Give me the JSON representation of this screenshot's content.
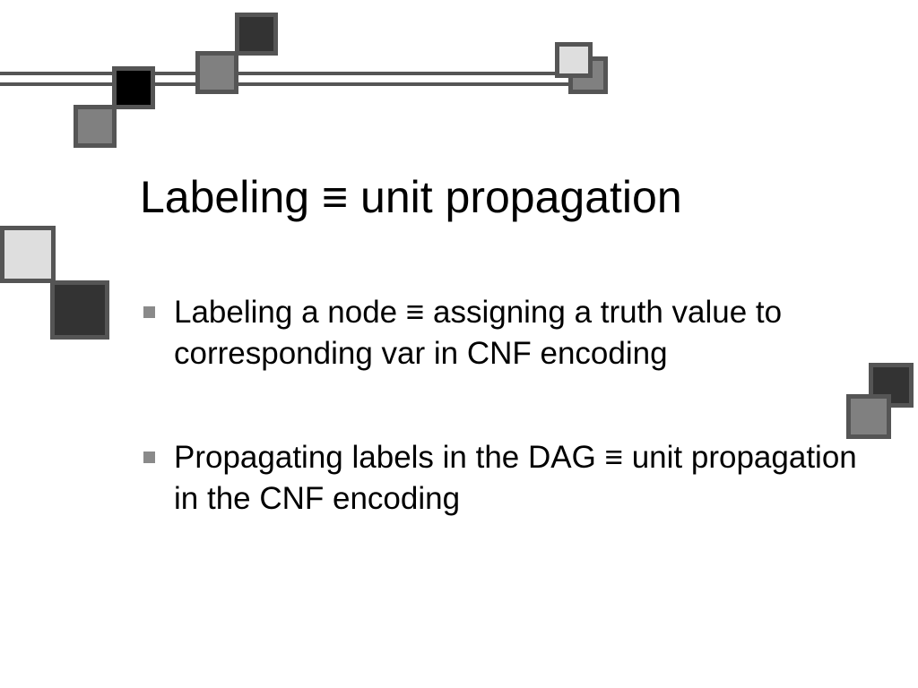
{
  "slide": {
    "title": "Labeling ≡ unit propagation",
    "bullets": [
      {
        "text": "Labeling a node ≡ assigning a truth value to corresponding var in CNF encoding"
      },
      {
        "text": "Propagating labels in the DAG ≡ unit propagation in the CNF encoding"
      }
    ]
  },
  "colors": {
    "background": "#ffffff",
    "text": "#000000",
    "decoration_border": "#555555",
    "decoration_dark": "#333333",
    "decoration_mid": "#808080",
    "decoration_light": "#dedede",
    "bullet_marker": "#8a8a8a"
  }
}
